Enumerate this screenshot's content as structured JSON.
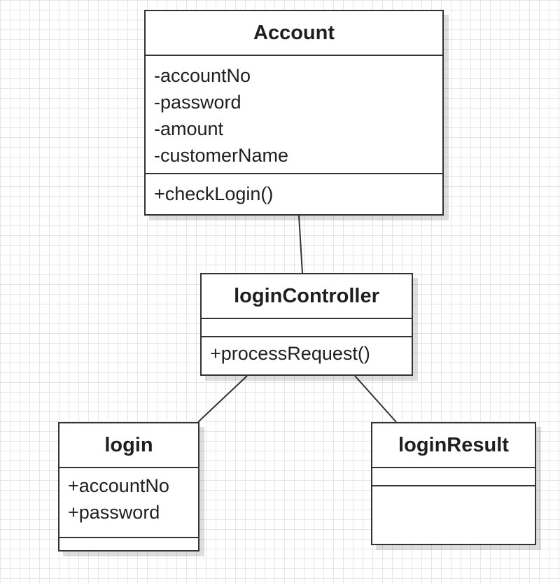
{
  "diagram": {
    "type": "uml-class-diagram",
    "classes": [
      {
        "id": "account",
        "name": "Account",
        "attributes": [
          "-accountNo",
          "-password",
          "-amount",
          "-customerName"
        ],
        "operations": [
          "+checkLogin()"
        ]
      },
      {
        "id": "loginController",
        "name": "loginController",
        "attributes": [],
        "operations": [
          "+processRequest()"
        ]
      },
      {
        "id": "login",
        "name": "login",
        "attributes": [
          "+accountNo",
          "+password"
        ],
        "operations": []
      },
      {
        "id": "loginResult",
        "name": "loginResult",
        "attributes": [],
        "operations": []
      }
    ],
    "associations": [
      {
        "from": "account",
        "to": "loginController"
      },
      {
        "from": "loginController",
        "to": "login"
      },
      {
        "from": "loginController",
        "to": "loginResult"
      }
    ],
    "colors": {
      "line": "#333333",
      "grid": "#e6e6e6",
      "background": "#ffffff"
    }
  }
}
